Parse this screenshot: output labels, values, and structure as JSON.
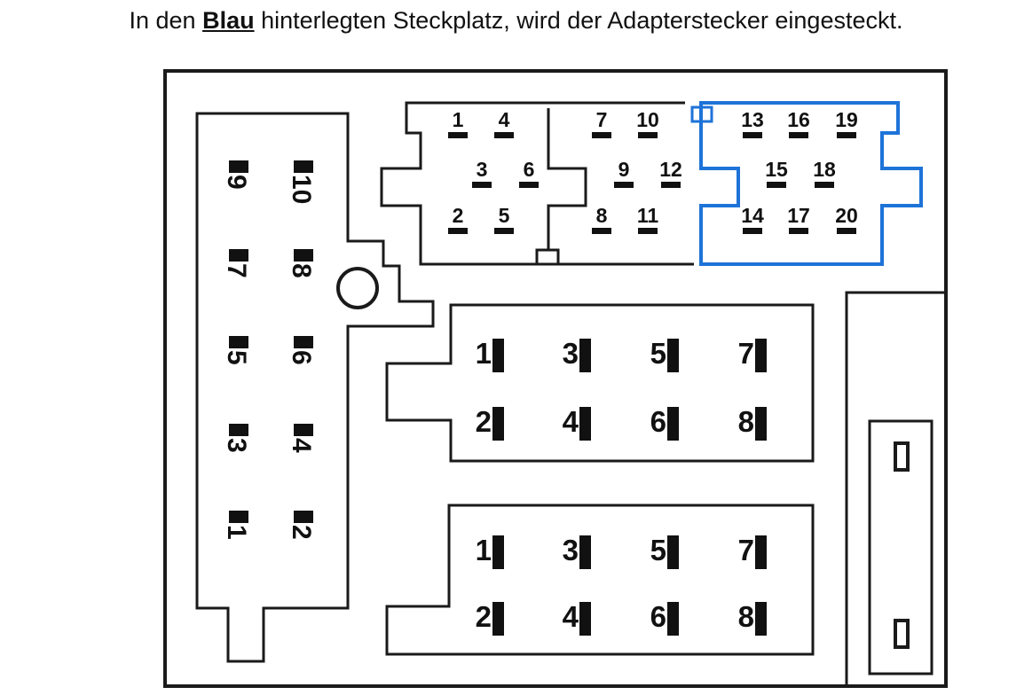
{
  "caption": {
    "prefix": "In den ",
    "highlight": "Blau",
    "suffix": " hinterlegten Steckplatz, wird der Adapterstecker eingesteckt."
  },
  "colors": {
    "outline": "#1a1a1a",
    "highlight_slot": "#1e73d8",
    "pin": "#111111"
  },
  "left_connector_pins": [
    {
      "label": "9"
    },
    {
      "label": "10"
    },
    {
      "label": "7"
    },
    {
      "label": "8"
    },
    {
      "label": "5"
    },
    {
      "label": "6"
    },
    {
      "label": "3"
    },
    {
      "label": "4"
    },
    {
      "label": "1"
    },
    {
      "label": "2"
    }
  ],
  "top_connector_pins": [
    {
      "label": "1"
    },
    {
      "label": "4"
    },
    {
      "label": "7"
    },
    {
      "label": "10"
    },
    {
      "label": "3"
    },
    {
      "label": "6"
    },
    {
      "label": "9"
    },
    {
      "label": "12"
    },
    {
      "label": "2"
    },
    {
      "label": "5"
    },
    {
      "label": "8"
    },
    {
      "label": "11"
    }
  ],
  "blue_slot_pins": [
    {
      "label": "13"
    },
    {
      "label": "16"
    },
    {
      "label": "19"
    },
    {
      "label": "15"
    },
    {
      "label": "18"
    },
    {
      "label": "14"
    },
    {
      "label": "17"
    },
    {
      "label": "20"
    }
  ],
  "upper_block_pins": [
    {
      "label": "1"
    },
    {
      "label": "3"
    },
    {
      "label": "5"
    },
    {
      "label": "7"
    },
    {
      "label": "2"
    },
    {
      "label": "4"
    },
    {
      "label": "6"
    },
    {
      "label": "8"
    }
  ],
  "lower_block_pins": [
    {
      "label": "1"
    },
    {
      "label": "3"
    },
    {
      "label": "5"
    },
    {
      "label": "7"
    },
    {
      "label": "2"
    },
    {
      "label": "4"
    },
    {
      "label": "6"
    },
    {
      "label": "8"
    }
  ]
}
